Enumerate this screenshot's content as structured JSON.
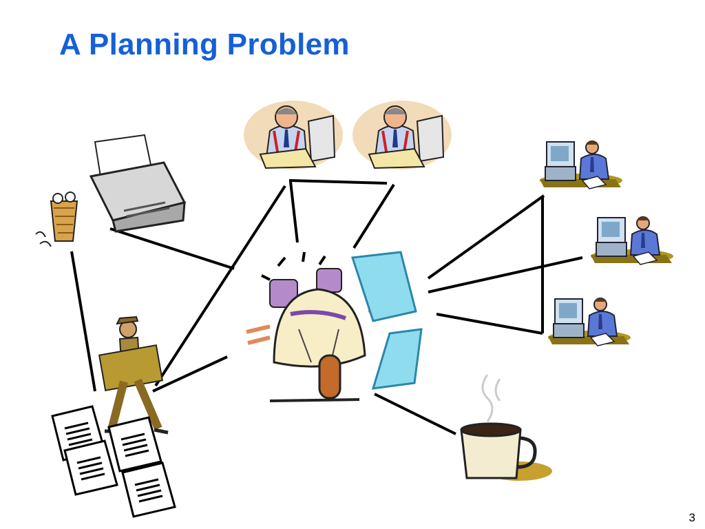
{
  "slide": {
    "title": "A Planning Problem",
    "page_number": "3"
  },
  "colors": {
    "title": "#1560d8",
    "connector": "#000000"
  },
  "clipart": {
    "center": "panicking-alarm-clock-with-papers",
    "nodes": [
      "executive-writing-at-computer",
      "executive-writing-at-computer",
      "worker-at-computer-desk",
      "worker-at-computer-desk",
      "worker-at-computer-desk",
      "coffee-cup",
      "stack-of-documents",
      "delivery-man-with-package",
      "wastebasket",
      "printer"
    ]
  }
}
